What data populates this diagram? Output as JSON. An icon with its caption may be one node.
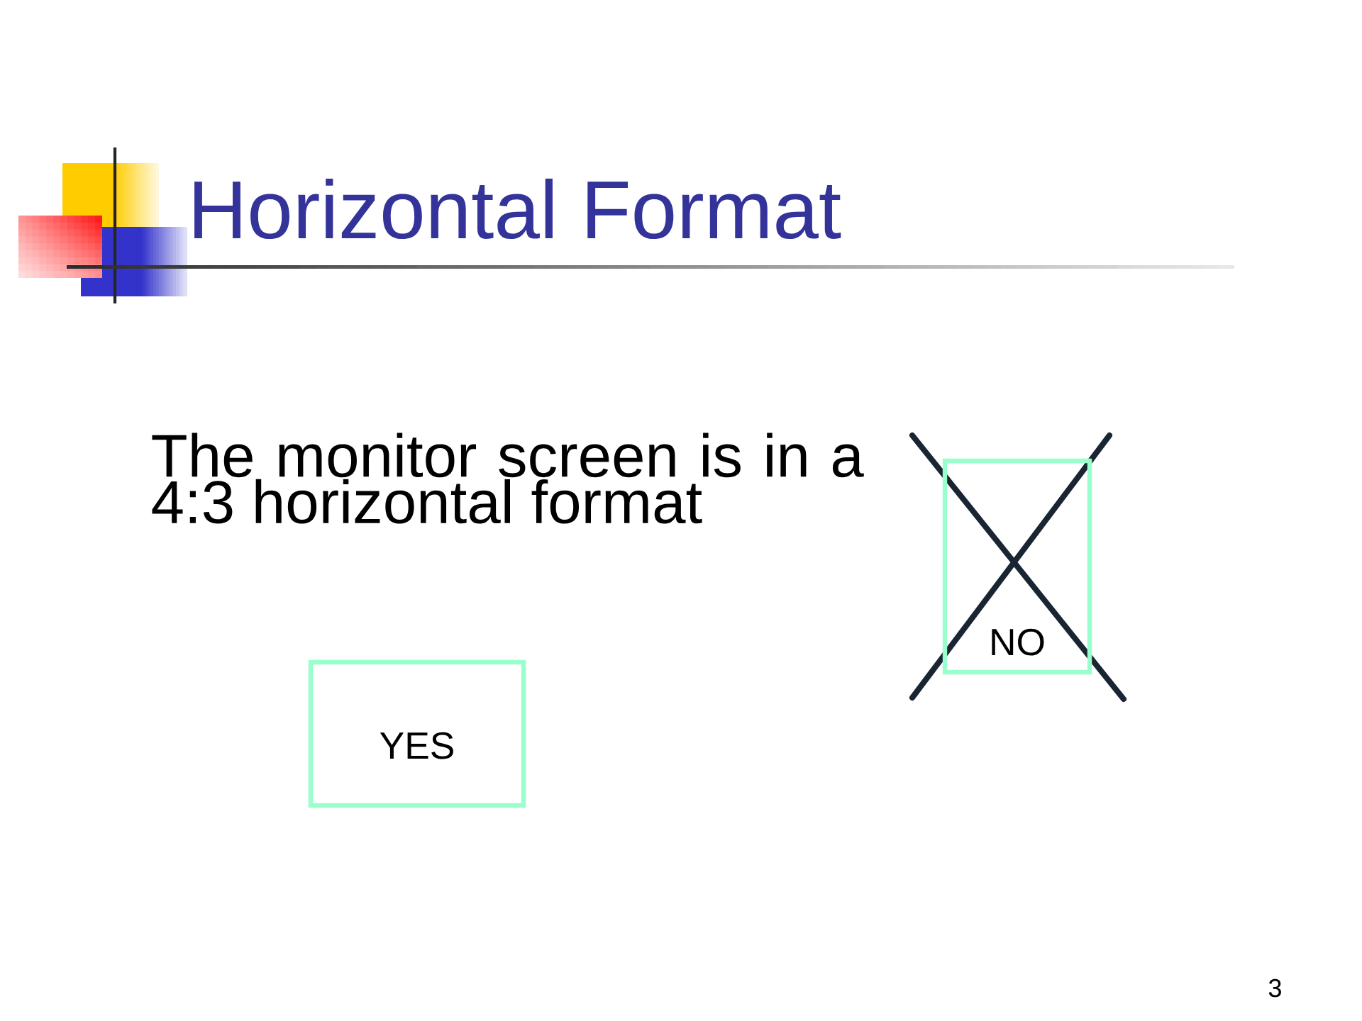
{
  "diagram": {
    "title": "Horizontal Format",
    "nodes": [
      {
        "text": [
          "YES"
        ]
      },
      {
        "text": [
          "NO"
        ]
      }
    ],
    "labels": [
      "The monitor screen is in a 4:3 horizontal format",
      "3"
    ]
  }
}
